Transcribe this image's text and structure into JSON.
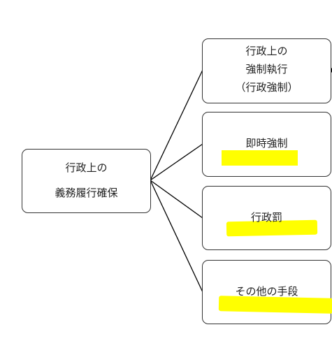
{
  "root": {
    "line1": "行政上の",
    "line2": "義務履行確保"
  },
  "branches": [
    {
      "lines": [
        "行政上の",
        "強制執行",
        "（行政強制）"
      ],
      "highlighted": false
    },
    {
      "lines": [
        "即時強制"
      ],
      "highlighted": true
    },
    {
      "lines": [
        "行政罰"
      ],
      "highlighted": true
    },
    {
      "lines": [
        "その他の手段"
      ],
      "highlighted": true
    }
  ],
  "colors": {
    "highlight": "#ffff00",
    "line": "#000000",
    "border": "#333333"
  }
}
